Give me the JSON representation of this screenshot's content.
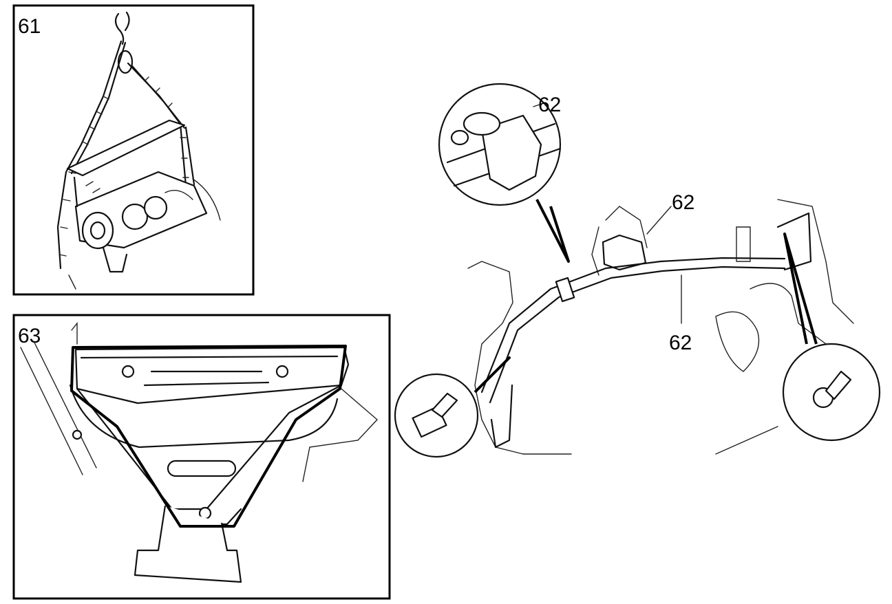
{
  "panels": {
    "sling": {
      "label": "61"
    },
    "shield": {
      "label": "63"
    }
  },
  "callouts": {
    "pipe_detail": "62",
    "pipe_upper": "62",
    "pipe_lower": "62"
  }
}
